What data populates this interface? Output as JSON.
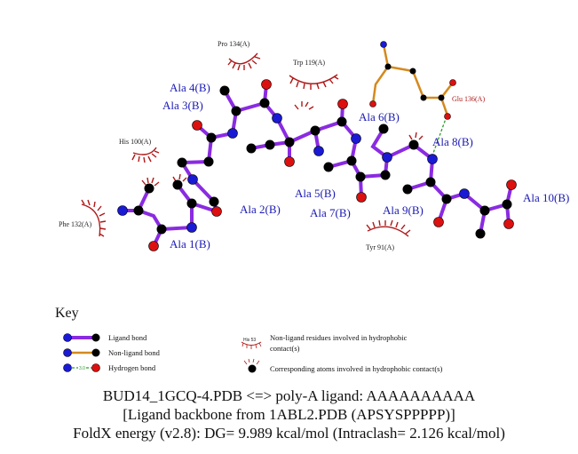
{
  "ligand_residues": [
    "Ala 1(B)",
    "Ala 2(B)",
    "Ala 3(B)",
    "Ala 4(B)",
    "Ala 5(B)",
    "Ala 6(B)",
    "Ala 7(B)",
    "Ala 8(B)",
    "Ala 9(B)",
    "Ala 10(B)"
  ],
  "hydrophobic_residues": [
    "Pro 134(A)",
    "Trp 119(A)",
    "His 100(A)",
    "Phe 132(A)",
    "Tyr 91(A)"
  ],
  "hbond_residue": "Glu 136(A)",
  "colors": {
    "ligand_bond": "#8a2be2",
    "nonligand_bond": "#d4891e",
    "hydrogen_bond": "#2e9b2e",
    "hydrophobic": "#b01818",
    "carbon": "#000000",
    "nitrogen": "#1a1ad4",
    "oxygen": "#dd1010",
    "label": "#1a1ab4"
  },
  "key": {
    "title": "Key",
    "ligand_bond": "Ligand bond",
    "nonligand_bond": "Non-ligand bond",
    "hydrogen_bond": "Hydrogen bond",
    "hbond_sample_distance": "3.0",
    "nonligand_residues_sample": "His 53",
    "nonligand_residues_line1": "Non-ligand residues involved in hydrophobic",
    "nonligand_residues_line2": "contact(s)",
    "corresponding_atoms": "Corresponding atoms involved in hydrophobic contact(s)"
  },
  "footer": {
    "line1": "BUD14_1GCQ-4.PDB <=> poly-A ligand: AAAAAAAAAA",
    "line2": "[Ligand backbone from 1ABL2.PDB (APSYSPPPPP)]",
    "line3": "FoldX energy (v2.8): DG= 9.989 kcal/mol (Intraclash= 2.126 kcal/mol)"
  }
}
